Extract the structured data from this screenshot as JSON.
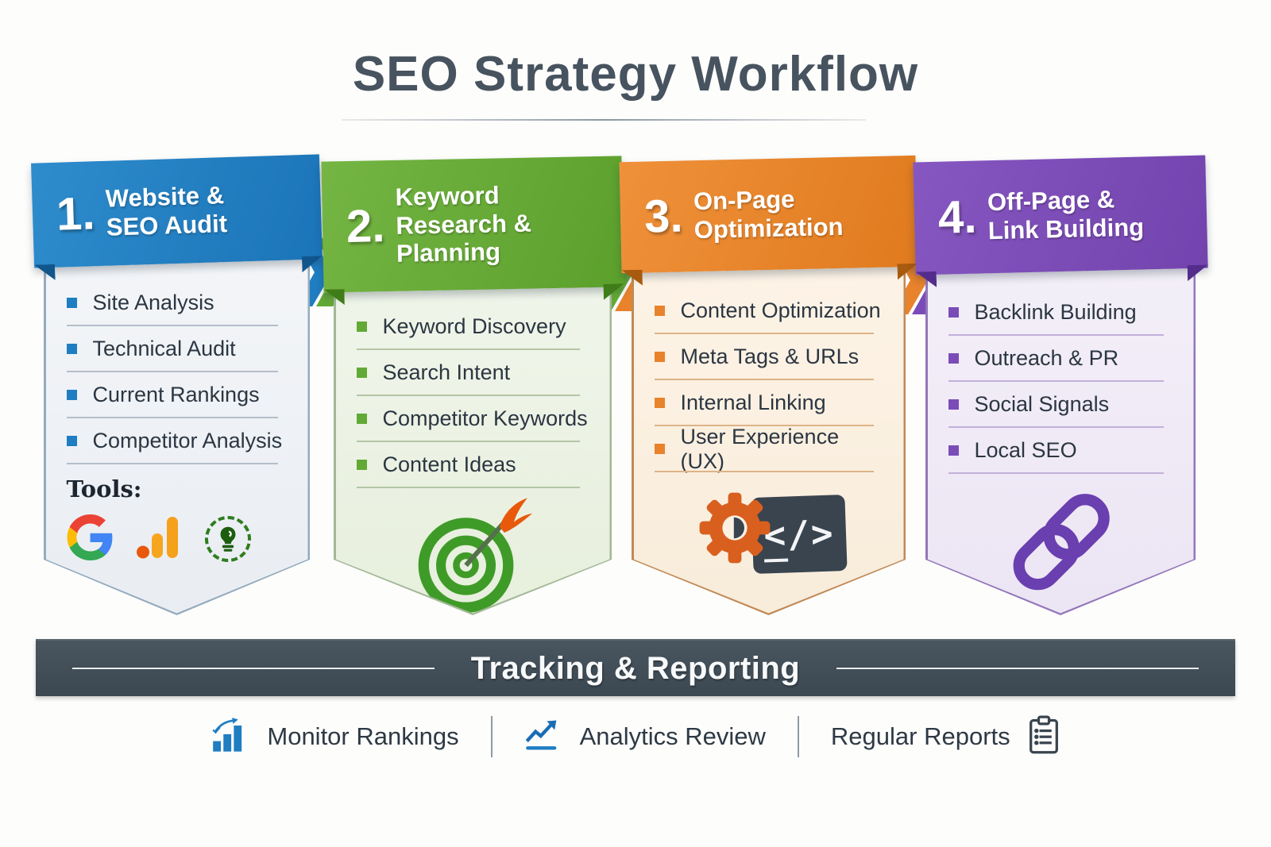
{
  "title": "SEO Strategy Workflow",
  "palette": {
    "blue": "#1f7dc2",
    "green": "#63a936",
    "orange": "#e8822b",
    "purple": "#7b4cb8",
    "dark_bar": "#3f4b56",
    "title_text": "#47535f"
  },
  "steps": [
    {
      "number": "1.",
      "title": "Website & SEO Audit",
      "color": "#1f7dc2",
      "items": [
        "Site Analysis",
        "Technical Audit",
        "Current Rankings",
        "Competitor Analysis"
      ],
      "tools_label": "Tools:",
      "tool_icons": [
        "google-icon",
        "google-analytics-icon",
        "seo-badge-icon"
      ]
    },
    {
      "number": "2.",
      "title": "Keyword Research & Planning",
      "color": "#63a936",
      "items": [
        "Keyword Discovery",
        "Search Intent",
        "Competitor Keywords",
        "Content Ideas"
      ],
      "icon": "target-arrow-icon"
    },
    {
      "number": "3.",
      "title": "On-Page Optimization",
      "color": "#e8822b",
      "items": [
        "Content Optimization",
        "Meta Tags & URLs",
        "Internal Linking",
        "User Experience (UX)"
      ],
      "icon": "gear-code-icon",
      "code_glyph": "</>"
    },
    {
      "number": "4.",
      "title": "Off-Page & Link Building",
      "color": "#7b4cb8",
      "items": [
        "Backlink Building",
        "Outreach & PR",
        "Social Signals",
        "Local SEO"
      ],
      "icon": "chain-link-icon"
    }
  ],
  "tracking": {
    "title": "Tracking & Reporting"
  },
  "footer": {
    "items": [
      {
        "icon": "bar-chart-icon",
        "label": "Monitor Rankings"
      },
      {
        "icon": "trend-line-icon",
        "label": "Analytics Review"
      },
      {
        "icon": "clipboard-icon",
        "label": "Regular Reports"
      }
    ]
  }
}
